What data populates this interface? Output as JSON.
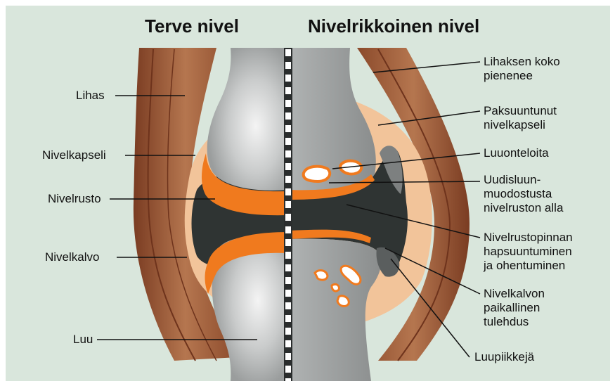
{
  "headings": {
    "left": "Terve nivel",
    "right": "Nivelrikkoinen nivel"
  },
  "labels_left": {
    "muscle": "Lihas",
    "capsule": "Nivelkapseli",
    "cartilage": "Nivelrusto",
    "synovium": "Nivelkalvo",
    "bone": "Luu"
  },
  "labels_right": {
    "muscle_shrinks": "Lihaksen koko\npienenee",
    "thick_capsule": "Paksuuntunut\nnivelkapseli",
    "cysts": "Luuonteloita",
    "new_bone": "Uudisluun-\nmuodostusta\nnivelruston alla",
    "fibrillation": "Nivelrustopinnan\nhapsuuntuminen\nja ohentuminen",
    "inflammation": "Nivelkalvon\npaikallinen\ntulehdus",
    "osteophytes": "Luupiikkejä"
  },
  "colors": {
    "background": "#d9e6dc",
    "muscle": "#8b4a2b",
    "muscle_light": "#b87a55",
    "capsule": "#f2c49a",
    "cartilage": "#f07a1e",
    "synovial_dark": "#2f3433",
    "bone_light": "#d4d6d6",
    "bone_dark": "#8e9191",
    "bone_degenerated": "#9a9d9d"
  }
}
